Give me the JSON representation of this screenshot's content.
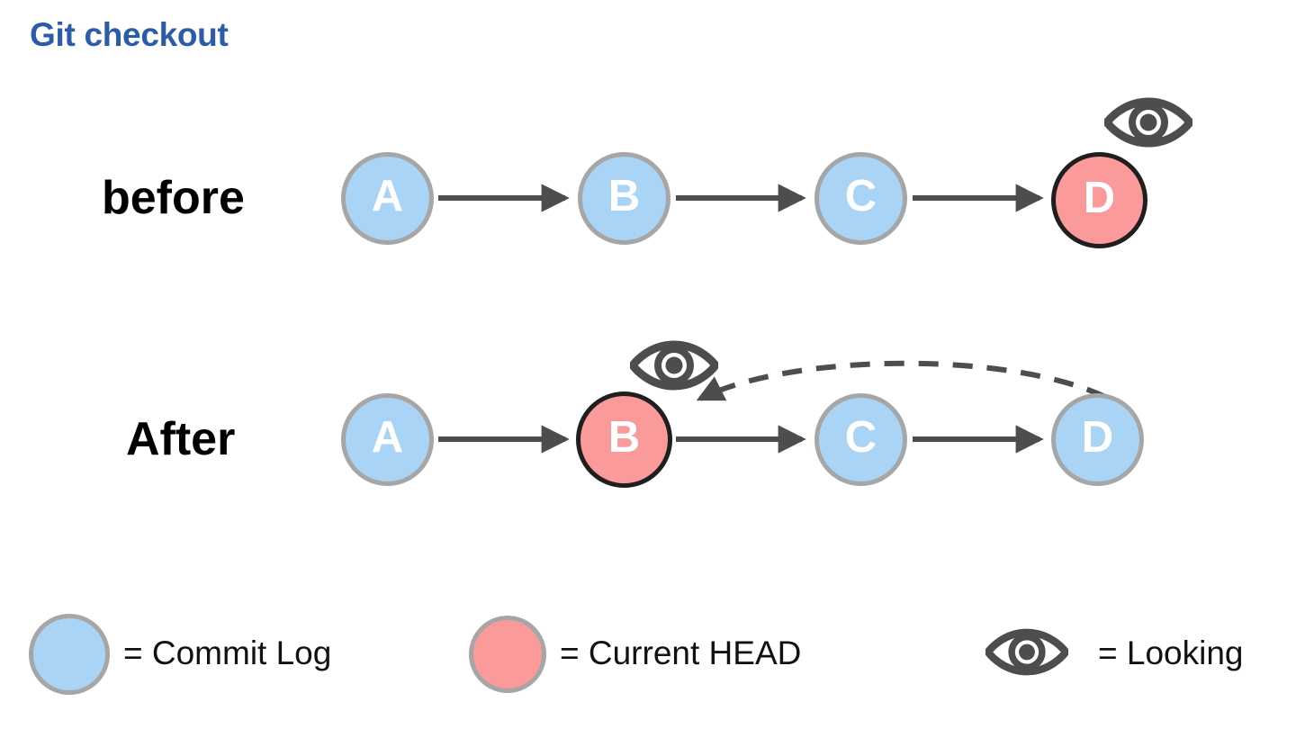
{
  "slide": {
    "title": "Git checkout",
    "title_color": "#2a5caa",
    "background": "#ffffff"
  },
  "colors": {
    "commit_blue": "#a9d4f5",
    "head_red": "#fb9a9a",
    "node_border_gray": "#a6a6a6",
    "node_border_dark": "#1f1f1f",
    "arrow_gray": "#4d4d4d",
    "eye_gray": "#4d4d4d",
    "label_black": "#000000"
  },
  "rows": [
    {
      "label": "before",
      "nodes": [
        {
          "letter": "A",
          "state": "commit"
        },
        {
          "letter": "B",
          "state": "commit"
        },
        {
          "letter": "C",
          "state": "commit"
        },
        {
          "letter": "D",
          "state": "head"
        }
      ],
      "eye_on": "D",
      "arrows": "A->B->C->D"
    },
    {
      "label": "After",
      "nodes": [
        {
          "letter": "A",
          "state": "commit"
        },
        {
          "letter": "B",
          "state": "head"
        },
        {
          "letter": "C",
          "state": "commit"
        },
        {
          "letter": "D",
          "state": "commit"
        }
      ],
      "eye_on": "B",
      "arrows": "A->B->C->D",
      "checkout_arrow": "D->B (dashed)"
    }
  ],
  "legend": [
    {
      "icon": "blue-circle",
      "text": "= Commit Log"
    },
    {
      "icon": "red-circle",
      "text": "= Current HEAD"
    },
    {
      "icon": "eye",
      "text": "= Looking"
    }
  ]
}
